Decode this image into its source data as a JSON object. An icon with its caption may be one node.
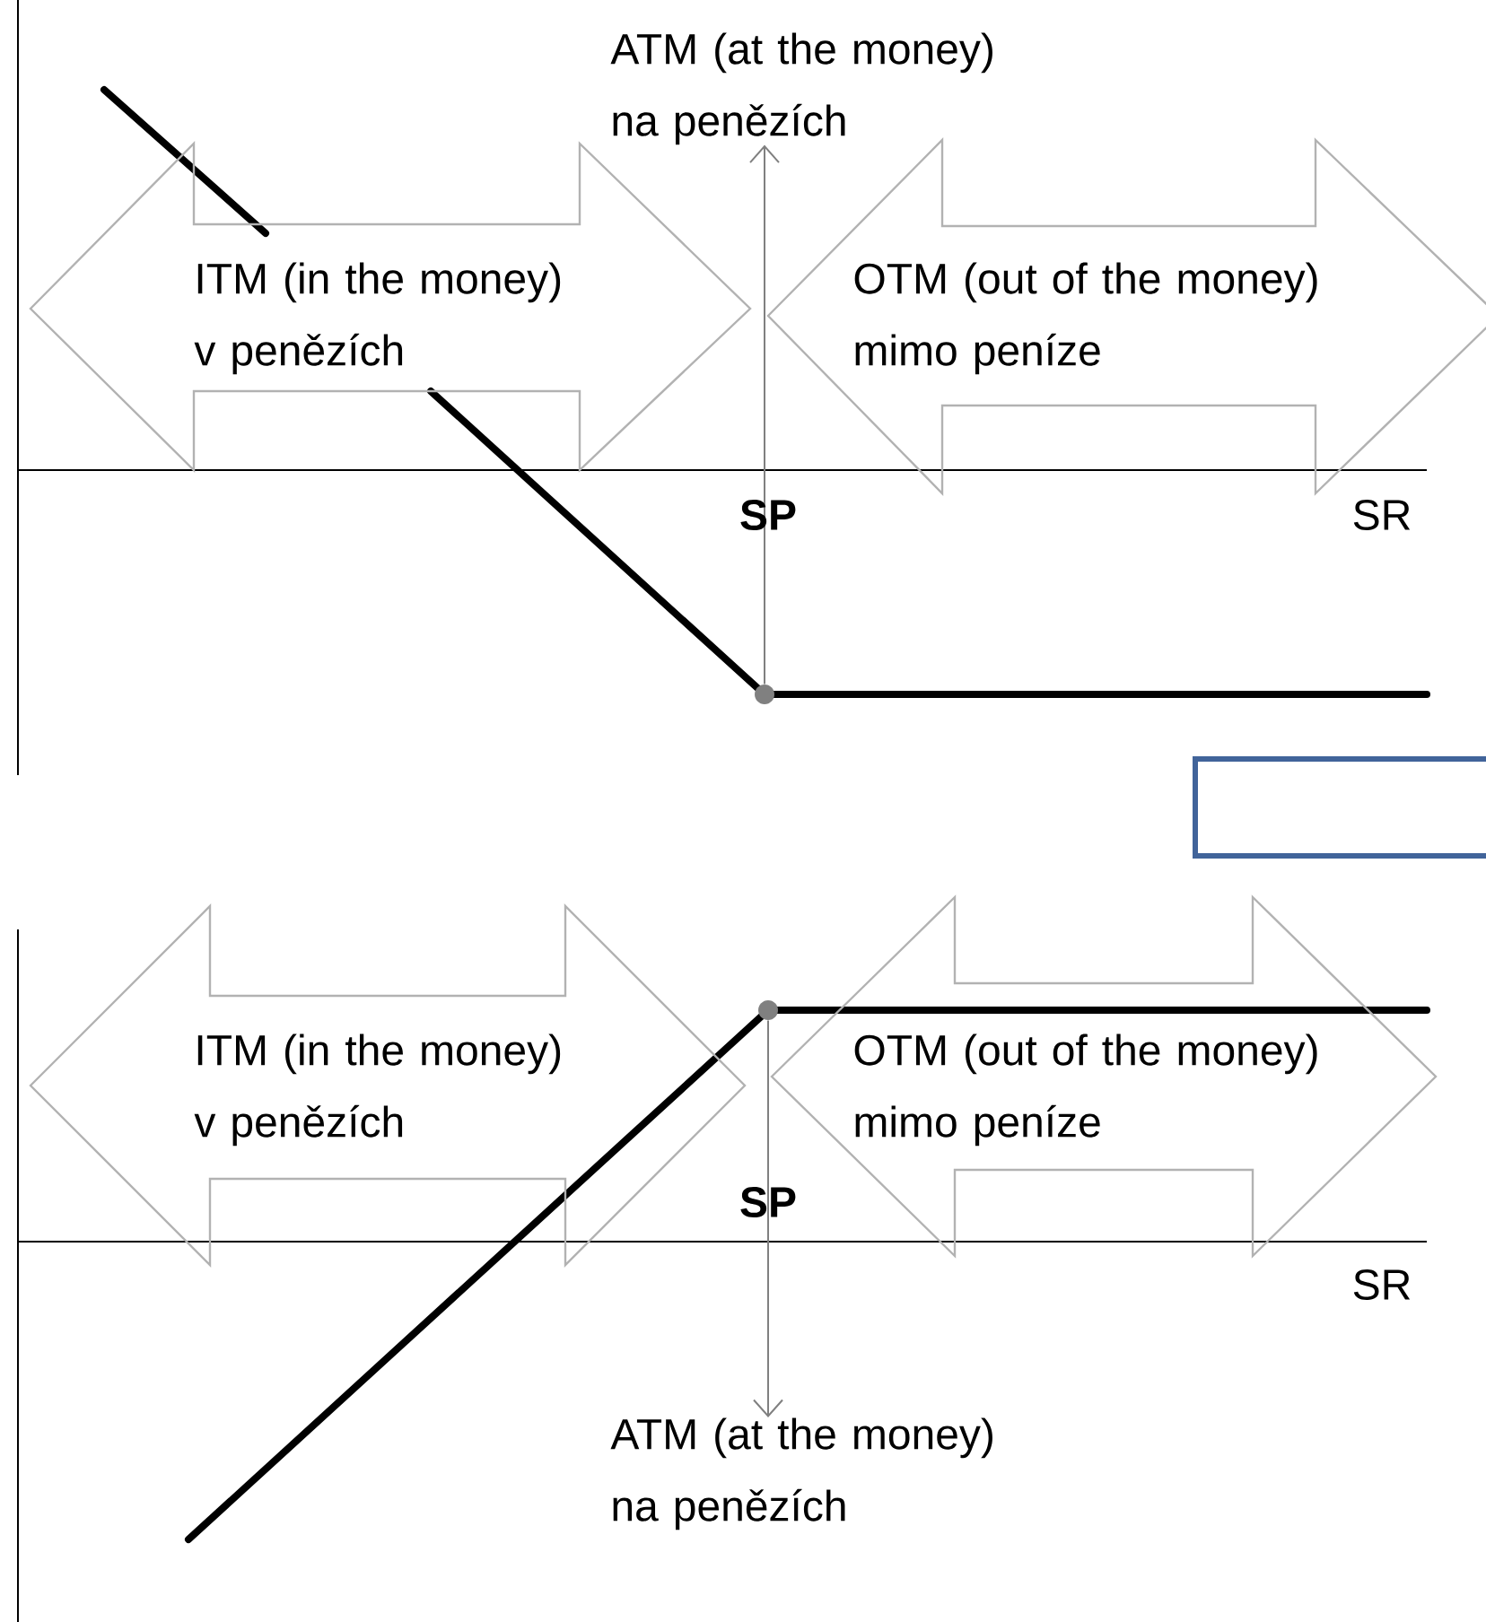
{
  "diagram": {
    "nodes": [
      {
        "text": [
          "ITM (in the money) v penězích"
        ]
      },
      {
        "text": [
          "OTM (out of the money) mimo peníze"
        ]
      },
      {
        "text": [
          "ATM (at the money) na penězích"
        ]
      },
      {
        "text": [],
        "shape": "circle"
      },
      {
        "text": [
          "ITM (in the money) v penězích"
        ]
      },
      {
        "text": [
          "OTM (out of the money) mimo peníze"
        ]
      },
      {
        "text": [],
        "shape": "circle"
      },
      {
        "text": [
          "ATM (at the money) na penězích"
        ]
      },
      {
        "text": [],
        "shape": "box"
      }
    ],
    "edges": [
      {
        "from": 3,
        "to": 2,
        "arrow": "to"
      },
      {
        "from": 6,
        "to": 7,
        "arrow": "to"
      }
    ],
    "labels": [
      "SP",
      "SR",
      "SP",
      "SR"
    ]
  }
}
